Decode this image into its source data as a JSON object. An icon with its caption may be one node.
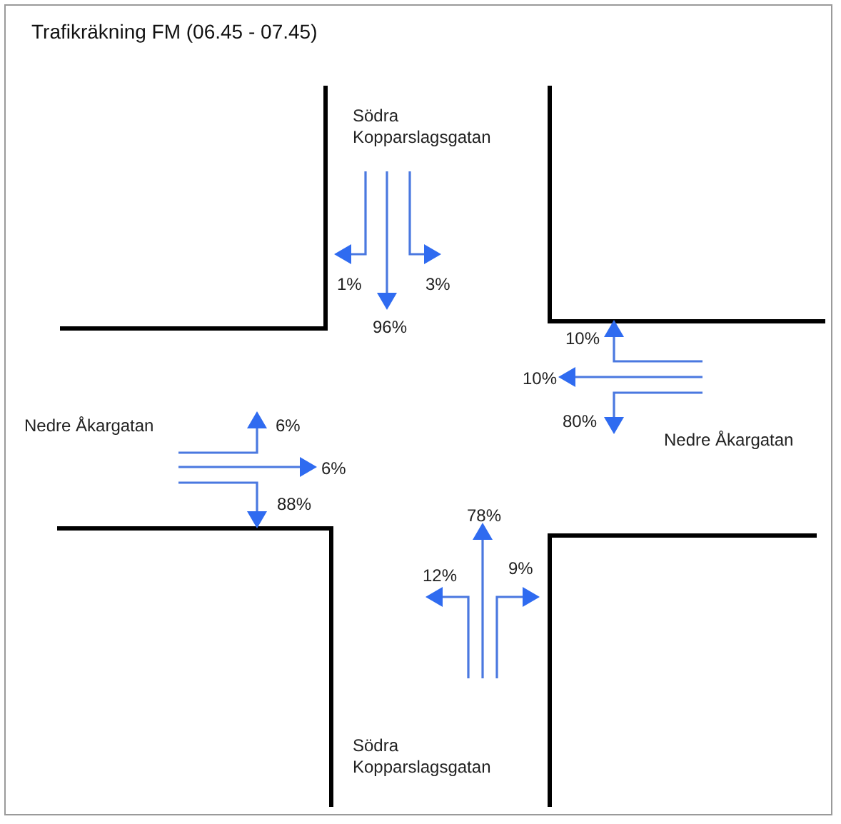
{
  "diagram": {
    "title": "Trafikräkning FM (06.45 - 07.45)",
    "labels": [
      "Södra Kopparslagsgatan",
      "1%",
      "3%",
      "96%",
      "10%",
      "10%",
      "80%",
      "Nedre Åkargatan",
      "Nedre Åkargatan",
      "6%",
      "6%",
      "88%",
      "12%",
      "78%",
      "9%",
      "Södra Kopparslagsgatan"
    ]
  }
}
